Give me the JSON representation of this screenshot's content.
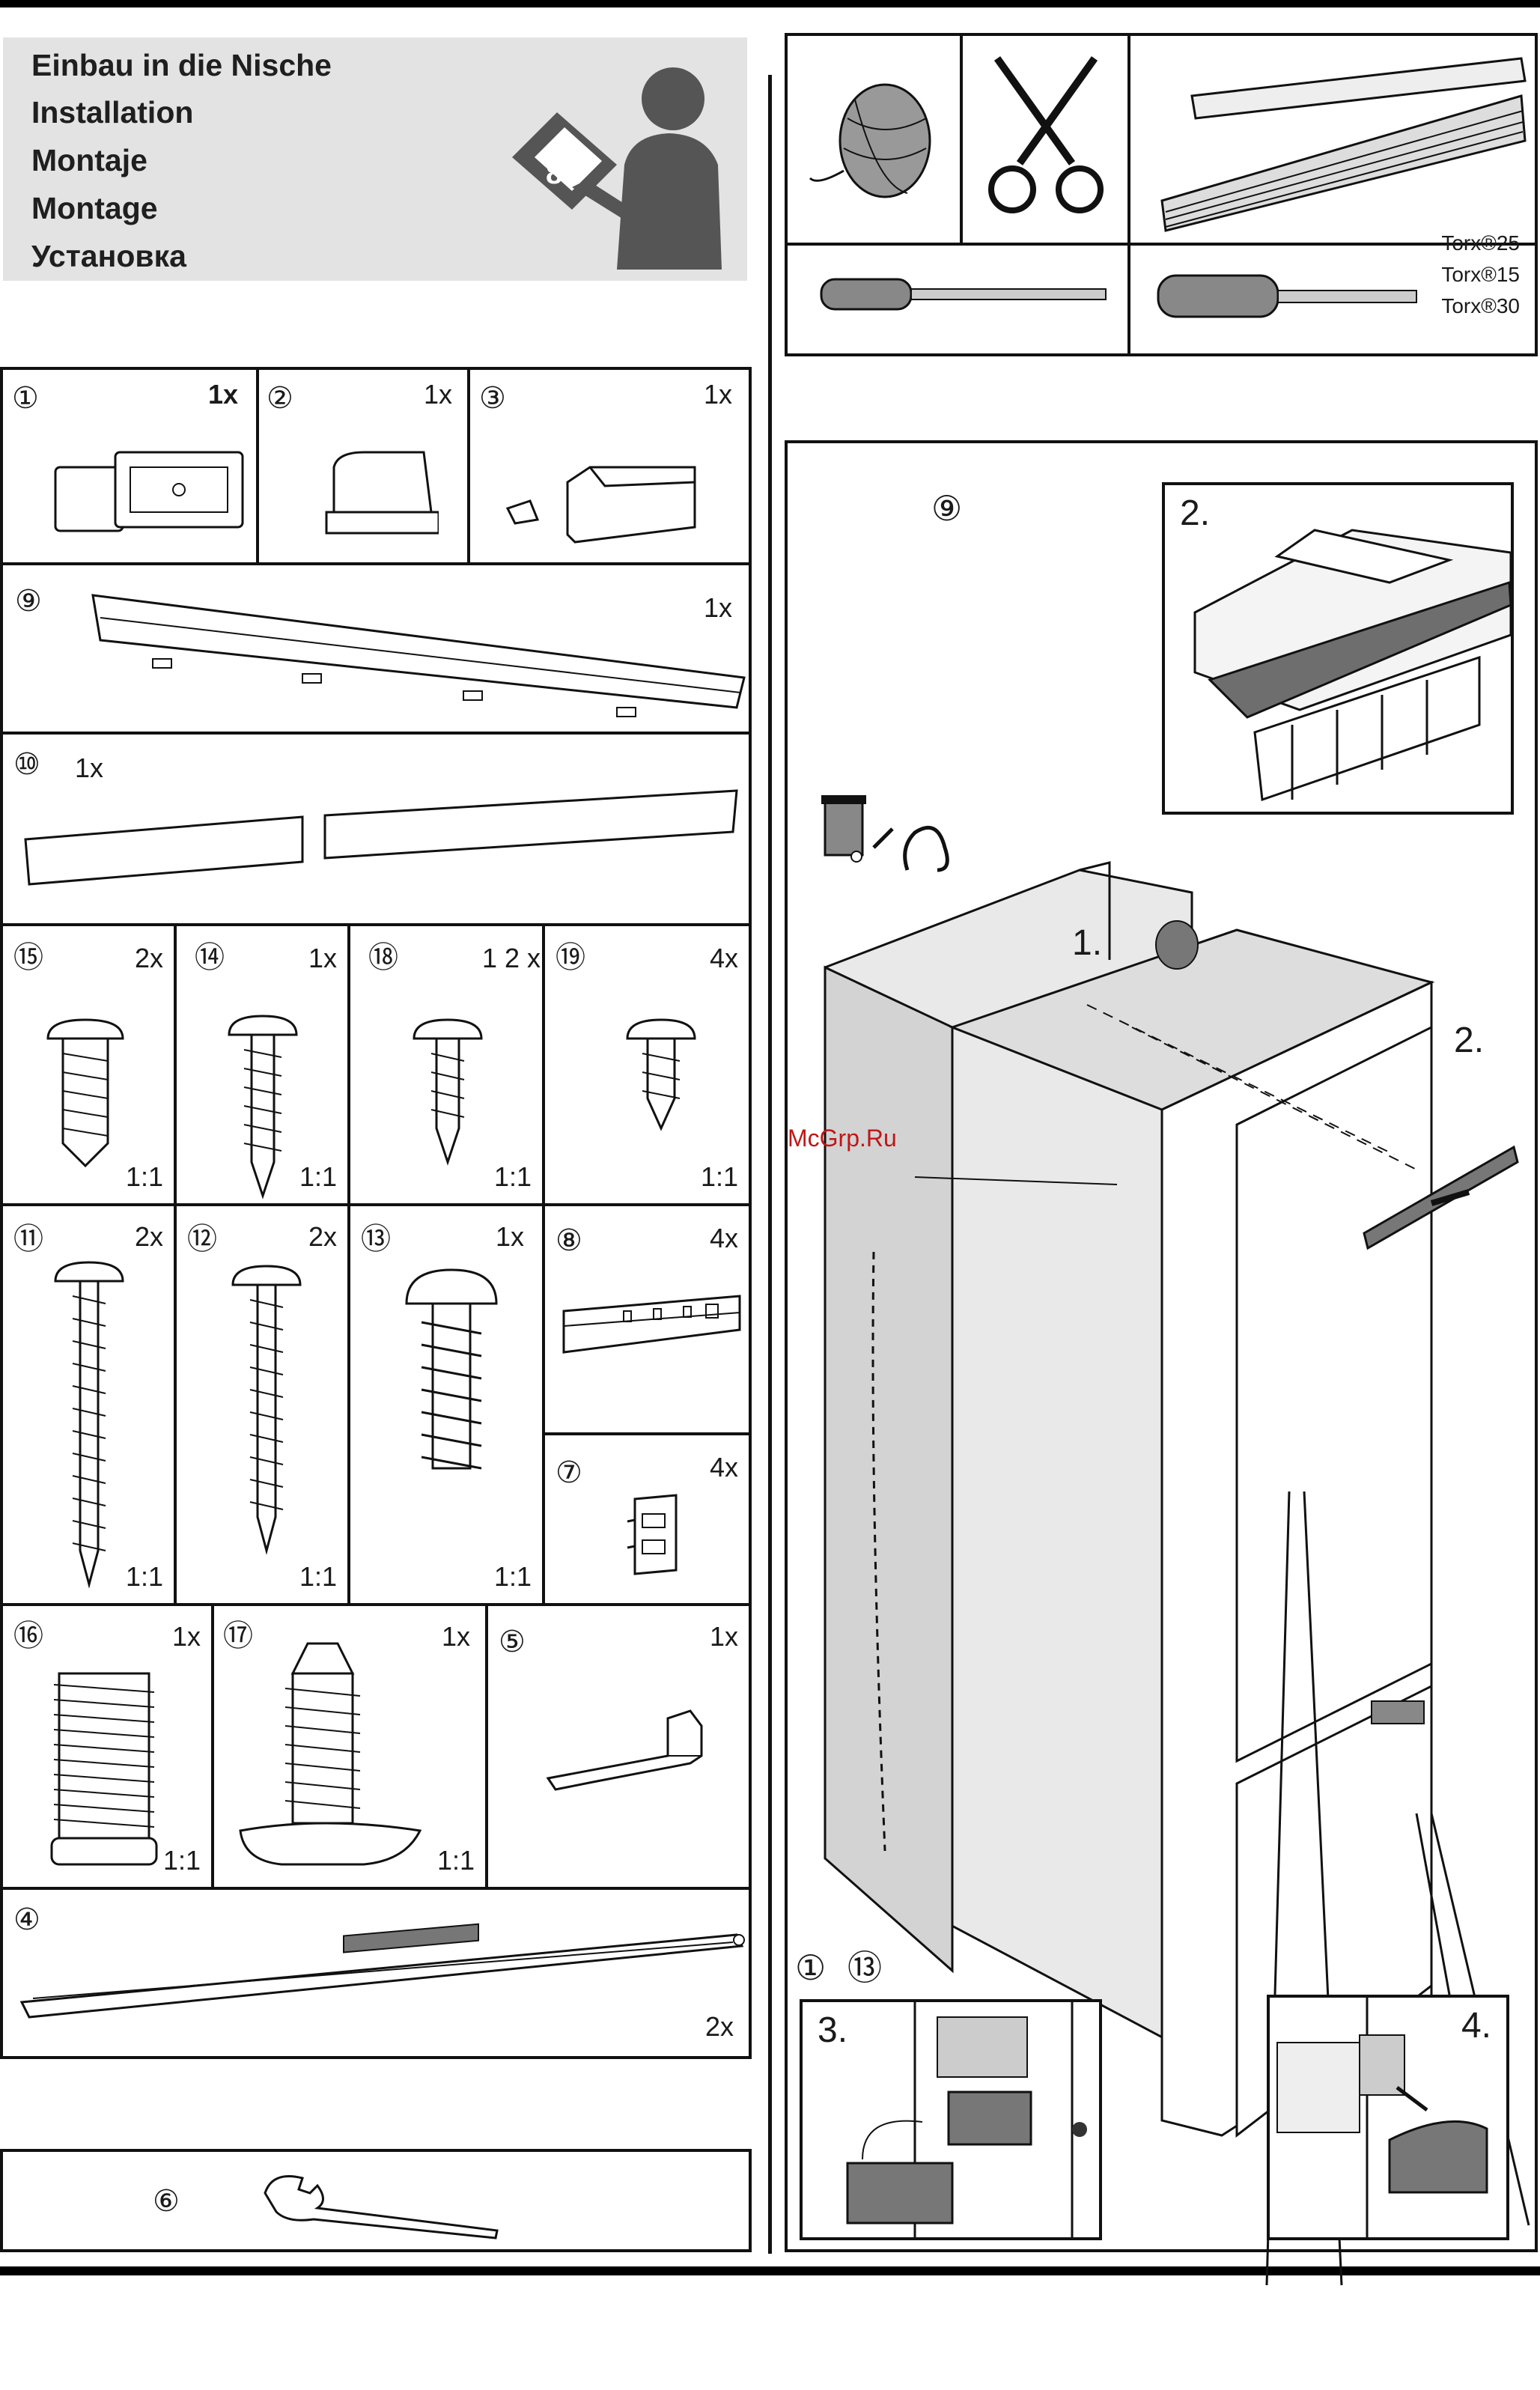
{
  "header": {
    "titles": [
      "Einbau in die Nische",
      "Installation",
      "Montaje",
      "Montage",
      "Установка"
    ]
  },
  "tools": {
    "torx": [
      "Torx®25",
      "Torx®15",
      "Torx®30"
    ]
  },
  "parts": [
    {
      "num": "①",
      "qty": "1x"
    },
    {
      "num": "②",
      "qty": "1x"
    },
    {
      "num": "③",
      "qty": "1x"
    },
    {
      "num": "⑨",
      "qty": "1x"
    },
    {
      "num": "⑩",
      "qty": "1x"
    },
    {
      "num": "⑮",
      "qty": "2x",
      "scale": "1:1"
    },
    {
      "num": "⑭",
      "qty": "1x",
      "scale": "1:1"
    },
    {
      "num": "⑱",
      "qty": "1 2 x",
      "scale": "1:1"
    },
    {
      "num": "⑲",
      "qty": "4x",
      "scale": "1:1"
    },
    {
      "num": "⑪",
      "qty": "2x",
      "scale": "1:1"
    },
    {
      "num": "⑫",
      "qty": "2x",
      "scale": "1:1"
    },
    {
      "num": "⑬",
      "qty": "1x",
      "scale": "1:1"
    },
    {
      "num": "⑧",
      "qty": "4x"
    },
    {
      "num": "⑦",
      "qty": "4x"
    },
    {
      "num": "⑯",
      "qty": "1x",
      "scale": "1:1"
    },
    {
      "num": "⑰",
      "qty": "1x",
      "scale": "1:1"
    },
    {
      "num": "⑤",
      "qty": "1x"
    },
    {
      "num": "④",
      "qty": "2x"
    },
    {
      "num": "⑥"
    }
  ],
  "diagram": {
    "step1": "1.",
    "step2": "2.",
    "detail_top_num": "⑨",
    "detail_top_step": "2.",
    "detail_left_nums": "① ⑬",
    "detail_left_step": "3.",
    "detail_right_step": "4.",
    "watermark": "McGrp.Ru"
  }
}
